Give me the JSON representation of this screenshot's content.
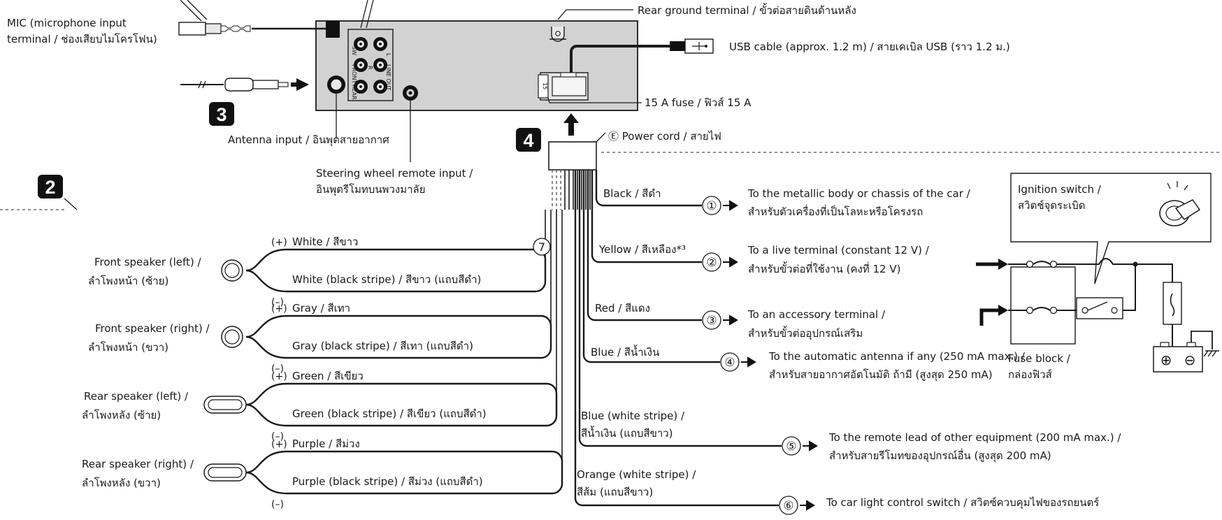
{
  "badges": {
    "b2": "2",
    "b3": "3",
    "b4": "4"
  },
  "unit": {
    "mic": [
      "MIC (microphone input",
      "terminal / ช่องเสียบไมโครโฟน)"
    ],
    "rear_ground": "Rear ground terminal / ขั้วต่อสายดินด้านหลัง",
    "usb_cable": "USB cable (approx. 1.2 m) / สายเคเบิล USB (ราว 1.2 ม.)",
    "fuse": "15 A fuse / ฟิวส์ 15 A",
    "fuse_value": "15",
    "antenna_input": "Antenna input / อินพุตสายอากาศ",
    "steering": [
      "Steering wheel remote input /",
      "อินพุตรีโมทบนพวงมาลัย"
    ],
    "power_cord": "Ⓔ Power cord / สายไฟ",
    "rca_labels": {
      "sw": "SW",
      "front": "FRONT",
      "rear": "REAR",
      "line_out": "LINE OUT",
      "r": "R",
      "l": "L"
    }
  },
  "speakers": [
    {
      "label": [
        "Front speaker (left) /",
        "ลำโพงหน้า (ซ้าย)"
      ],
      "pos": "White / สีขาว",
      "neg": "White (black stripe) / สีขาว (แถบสีดำ)"
    },
    {
      "label": [
        "Front speaker (right) /",
        "ลำโพงหน้า (ขวา)"
      ],
      "pos": "Gray / สีเทา",
      "neg": "Gray (black stripe) / สีเทา (แถบสีดำ)"
    },
    {
      "label": [
        "Rear speaker (left) /",
        "ลำโพงหลัง (ซ้าย)"
      ],
      "pos": "Green / สีเขียว",
      "neg": "Green (black stripe) / สีเขียว (แถบสีดำ)"
    },
    {
      "label": [
        "Rear speaker (right) /",
        "ลำโพงหลัง (ขวา)"
      ],
      "pos": "Purple / สีม่วง",
      "neg": "Purple (black stripe) / สีม่วง (แถบสีดำ)"
    }
  ],
  "polarity": {
    "plus": "(+)",
    "minus": "(–)"
  },
  "circle7": "⑦",
  "wires": [
    {
      "num": "①",
      "color": [
        "Black / สีดำ"
      ],
      "dest": [
        "To the metallic body or chassis of the car /",
        "สำหรับตัวเครื่องที่เป็นโลหะหรือโครงรถ"
      ]
    },
    {
      "num": "②",
      "color": [
        "Yellow / สีเหลือง*³"
      ],
      "dest": [
        "To a live terminal (constant 12 V) /",
        "สำหรับขั้วต่อที่ใช้งาน (คงที่ 12 V)"
      ]
    },
    {
      "num": "③",
      "color": [
        "Red / สีแดง"
      ],
      "dest": [
        "To an accessory terminal /",
        "สำหรับขั้วต่ออุปกรณ์เสริม"
      ]
    },
    {
      "num": "④",
      "color": [
        "Blue / สีน้ำเงิน"
      ],
      "dest": [
        "To the automatic antenna if any (250 mA max.) /",
        "สำหรับสายอากาศอัตโนมัติ ถ้ามี (สูงสุด 250 mA)"
      ]
    },
    {
      "num": "⑤",
      "color": [
        "Blue (white stripe) /",
        "สีน้ำเงิน (แถบสีขาว)"
      ],
      "dest": [
        "To the remote lead of other equipment (200 mA max.) /",
        "สำหรับสายรีโมทของอุปกรณ์อื่น (สูงสุด 200 mA)"
      ]
    },
    {
      "num": "⑥",
      "color": [
        "Orange (white stripe) /",
        "สีส้ม (แถบสีขาว)"
      ],
      "dest": [
        "To car light control switch / สวิตซ์ควบคุมไฟของรถยนตร์"
      ]
    }
  ],
  "ignition": {
    "label": [
      "Ignition switch /",
      "สวิตช์จุดระเบิด"
    ]
  },
  "fuse_block": {
    "label": [
      "Fuse block /",
      "กล่องฟิวส์"
    ]
  },
  "battery": {
    "plus": "⊕",
    "minus": "⊖"
  }
}
